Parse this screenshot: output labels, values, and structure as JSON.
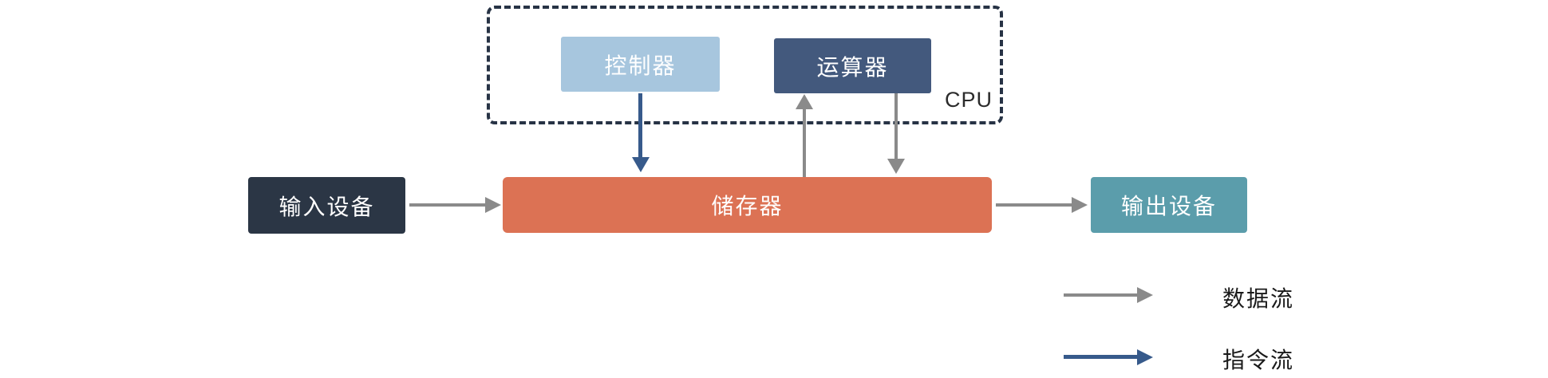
{
  "diagram": {
    "cpu_label": "CPU",
    "nodes": {
      "controller": {
        "label": "控制器"
      },
      "alu": {
        "label": "运算器"
      },
      "input": {
        "label": "输入设备"
      },
      "memory": {
        "label": "储存器"
      },
      "output": {
        "label": "输出设备"
      }
    },
    "arrows": [
      {
        "name": "input-to-memory",
        "type": "data-flow"
      },
      {
        "name": "memory-to-output",
        "type": "data-flow"
      },
      {
        "name": "controller-to-memory",
        "type": "instruction-flow"
      },
      {
        "name": "memory-to-alu",
        "type": "data-flow"
      },
      {
        "name": "alu-to-memory",
        "type": "data-flow"
      }
    ],
    "legend": {
      "items": [
        {
          "label": "数据流",
          "type": "data-flow"
        },
        {
          "label": "指令流",
          "type": "instruction-flow"
        }
      ]
    },
    "colors": {
      "controller_fill": "#a7c6de",
      "alu_fill": "#43597d",
      "input_fill": "#2b3645",
      "memory_fill": "#dc7254",
      "output_fill": "#5b9dab",
      "cpu_border": "#273345",
      "data_arrow": "#8a8a8a",
      "instruction_arrow": "#375a8b"
    }
  }
}
